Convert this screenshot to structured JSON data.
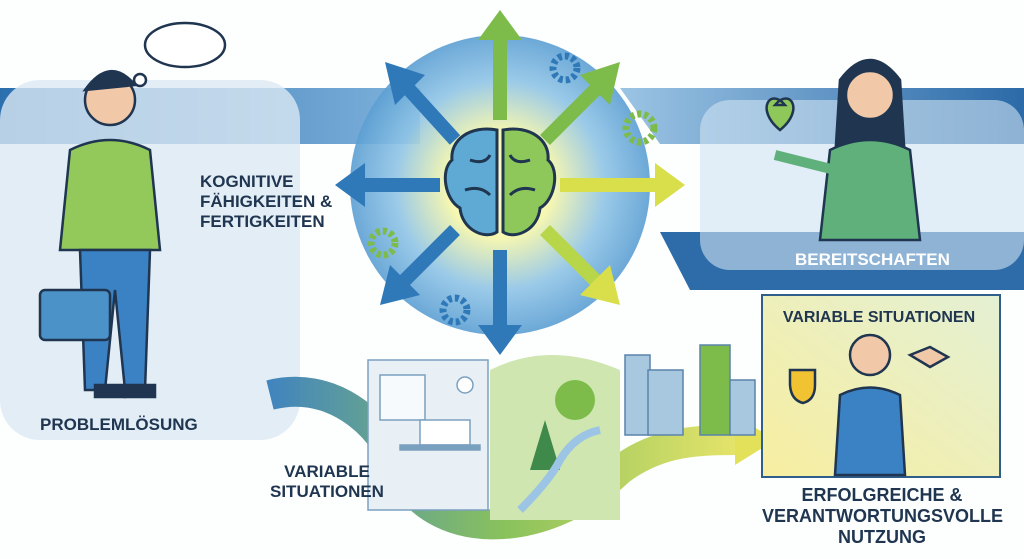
{
  "labels": {
    "cognitive": "KOGNITIVE\nFÄHIGKEITEN &\nFERTIGKEITEN",
    "problem_solving": "PROBLEMLÖSUNG",
    "variable_situations_path": "VARIABLE\nSITUATIONEN",
    "readiness": "BEREITSCHAFTEN",
    "variable_situations_box": "VARIABLE SITUATIONEN",
    "outcome": "ERFOLGREICHE &\nVERANTWORTUNGSVOLLE\nNUTZUNG"
  },
  "colors": {
    "navy": "#1f3550",
    "blue": "#2f79b8",
    "green": "#7dbb4a",
    "yellow": "#e8e35a"
  }
}
